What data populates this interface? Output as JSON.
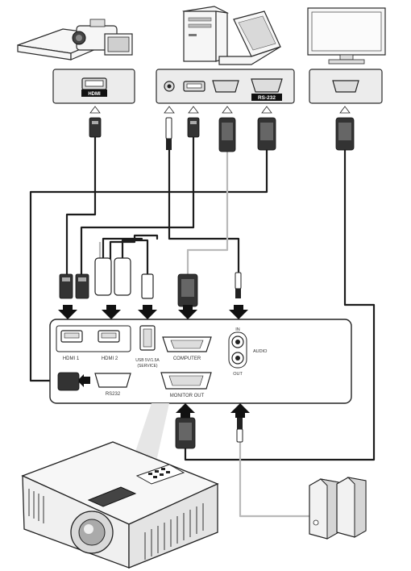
{
  "connection_diagram": {
    "source_ports": {
      "hdmi_label": "HDMI",
      "rs232_label": "RS-232"
    },
    "projector_ports": {
      "hdmi1": "HDMI 1",
      "hdmi2": "HDMI 2",
      "usb_line1": "USB 5V/1.5A",
      "usb_line2": "(SERVICE)",
      "computer": "COMPUTER",
      "audio_in": "IN",
      "audio": "AUDIO",
      "audio_out": "OUT",
      "rs232": "RS232",
      "monitor_out": "MONITOR OUT"
    },
    "colors": {
      "cable": "#1c1c1c",
      "cable_gray": "#b9b9b9",
      "panel": "#ececec"
    }
  }
}
